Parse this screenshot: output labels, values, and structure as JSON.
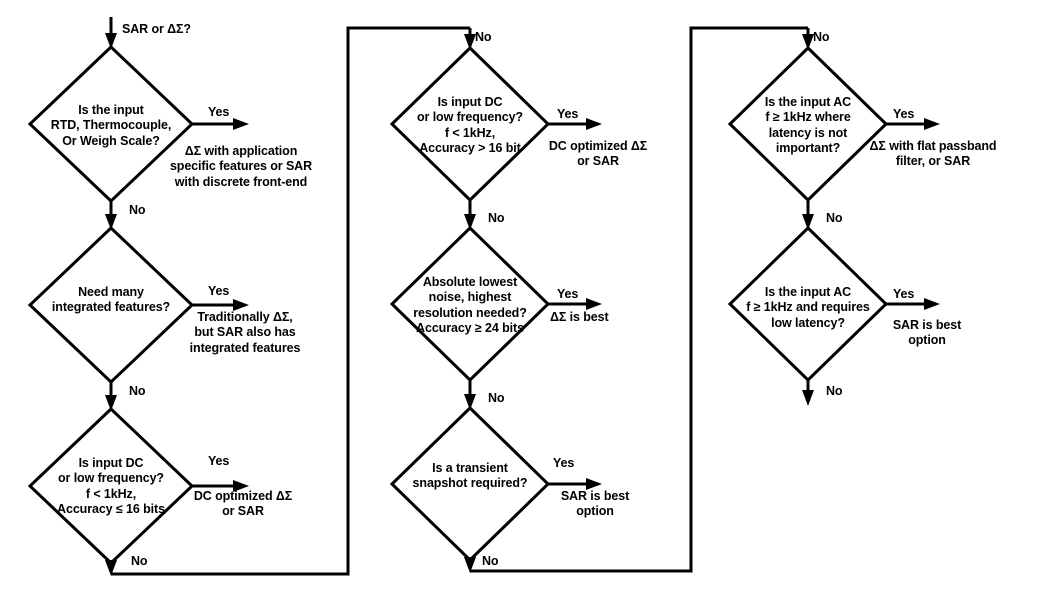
{
  "diagram": {
    "title": "SAR or ΔΣ ADC selection flowchart",
    "entry_label": "SAR or ΔΣ?",
    "stroke_color": "#000000",
    "background_color": "#ffffff",
    "branch_yes": "Yes",
    "branch_no": "No"
  },
  "columns": [
    {
      "id": "column-1",
      "nodes": [
        {
          "id": "node-input-type",
          "question": [
            "Is the input",
            "RTD, Thermocouple,",
            "Or Weigh Scale?"
          ],
          "yes_label": "Yes",
          "yes_outcome": [
            "ΔΣ with application",
            "specific features or SAR",
            "with discrete front-end"
          ],
          "no_label": "No"
        },
        {
          "id": "node-integrated-features",
          "question": [
            "Need many",
            "integrated features?"
          ],
          "yes_label": "Yes",
          "yes_outcome": [
            "Traditionally ΔΣ,",
            "but SAR also has",
            "integrated features"
          ],
          "no_label": "No"
        },
        {
          "id": "node-dc-low-freq-16bit",
          "question": [
            "Is input DC",
            "or low frequency?",
            "f < 1kHz,",
            "Accuracy ≤ 16 bits"
          ],
          "yes_label": "Yes",
          "yes_outcome": [
            "DC optimized ΔΣ",
            "or SAR"
          ],
          "no_label": "No"
        }
      ]
    },
    {
      "id": "column-2",
      "nodes": [
        {
          "id": "node-dc-low-freq-over16bit",
          "question": [
            "Is input DC",
            "or low frequency?",
            "f < 1kHz,",
            "Accuracy > 16 bit"
          ],
          "yes_label": "Yes",
          "yes_outcome": [
            "DC optimized ΔΣ",
            "or SAR"
          ],
          "no_label": "No"
        },
        {
          "id": "node-lowest-noise",
          "question": [
            "Absolute lowest",
            "noise, highest",
            "resolution needed?",
            "Accuracy ≥ 24 bits"
          ],
          "yes_label": "Yes",
          "yes_outcome": [
            "ΔΣ is best"
          ],
          "no_label": "No"
        },
        {
          "id": "node-transient-snapshot",
          "question": [
            "Is a transient",
            "snapshot required?"
          ],
          "yes_label": "Yes",
          "yes_outcome": [
            "SAR is best",
            "option"
          ],
          "no_label": "No"
        }
      ]
    },
    {
      "id": "column-3",
      "nodes": [
        {
          "id": "node-ac-latency-not-important",
          "question": [
            "Is the input AC",
            "f ≥ 1kHz where",
            "latency is not",
            "important?"
          ],
          "yes_label": "Yes",
          "yes_outcome": [
            "ΔΣ with flat passband",
            "filter, or SAR"
          ],
          "no_label": "No"
        },
        {
          "id": "node-ac-low-latency",
          "question": [
            "Is the input AC",
            "f ≥ 1kHz and requires",
            "low latency?"
          ],
          "yes_label": "Yes",
          "yes_outcome": [
            "SAR is best",
            "option"
          ],
          "no_label": "No"
        }
      ]
    }
  ],
  "labels": {
    "entry": "SAR or ΔΣ?",
    "c1n1_q1": "Is the input",
    "c1n1_q2": "RTD, Thermocouple,",
    "c1n1_q3": "Or Weigh Scale?",
    "c1n1_yes": "Yes",
    "c1n1_o1": "ΔΣ with application",
    "c1n1_o2": "specific features or SAR",
    "c1n1_o3": "with discrete front-end",
    "c1n1_no": "No",
    "c1n2_q1": "Need many",
    "c1n2_q2": "integrated features?",
    "c1n2_yes": "Yes",
    "c1n2_o1": "Traditionally ΔΣ,",
    "c1n2_o2": "but SAR also has",
    "c1n2_o3": "integrated features",
    "c1n2_no": "No",
    "c1n3_q1": "Is input DC",
    "c1n3_q2": "or low frequency?",
    "c1n3_q3": "f < 1kHz,",
    "c1n3_q4": "Accuracy ≤ 16 bits",
    "c1n3_yes": "Yes",
    "c1n3_o1": "DC optimized ΔΣ",
    "c1n3_o2": "or SAR",
    "c1n3_no": "No",
    "c2n1_no_top": "No",
    "c2n1_q1": "Is input DC",
    "c2n1_q2": "or low frequency?",
    "c2n1_q3": "f < 1kHz,",
    "c2n1_q4": "Accuracy > 16 bit",
    "c2n1_yes": "Yes",
    "c2n1_o1": "DC optimized ΔΣ",
    "c2n1_o2": "or SAR",
    "c2n1_no": "No",
    "c2n2_q1": "Absolute lowest",
    "c2n2_q2": "noise, highest",
    "c2n2_q3": "resolution needed?",
    "c2n2_q4": "Accuracy ≥ 24 bits",
    "c2n2_yes": "Yes",
    "c2n2_o1": "ΔΣ is best",
    "c2n2_no": "No",
    "c2n3_q1": "Is a transient",
    "c2n3_q2": "snapshot required?",
    "c2n3_yes": "Yes",
    "c2n3_o1": "SAR is best",
    "c2n3_o2": "option",
    "c2n3_no": "No",
    "c3n1_no_top": "No",
    "c3n1_q1": "Is the input AC",
    "c3n1_q2": "f ≥ 1kHz where",
    "c3n1_q3": "latency is not",
    "c3n1_q4": "important?",
    "c3n1_yes": "Yes",
    "c3n1_o1": "ΔΣ with flat passband",
    "c3n1_o2": "filter, or SAR",
    "c3n1_no": "No",
    "c3n2_q1": "Is the input AC",
    "c3n2_q2": "f ≥ 1kHz and requires",
    "c3n2_q3": "low latency?",
    "c3n2_yes": "Yes",
    "c3n2_o1": "SAR is best",
    "c3n2_o2": "option",
    "c3n2_no": "No"
  }
}
